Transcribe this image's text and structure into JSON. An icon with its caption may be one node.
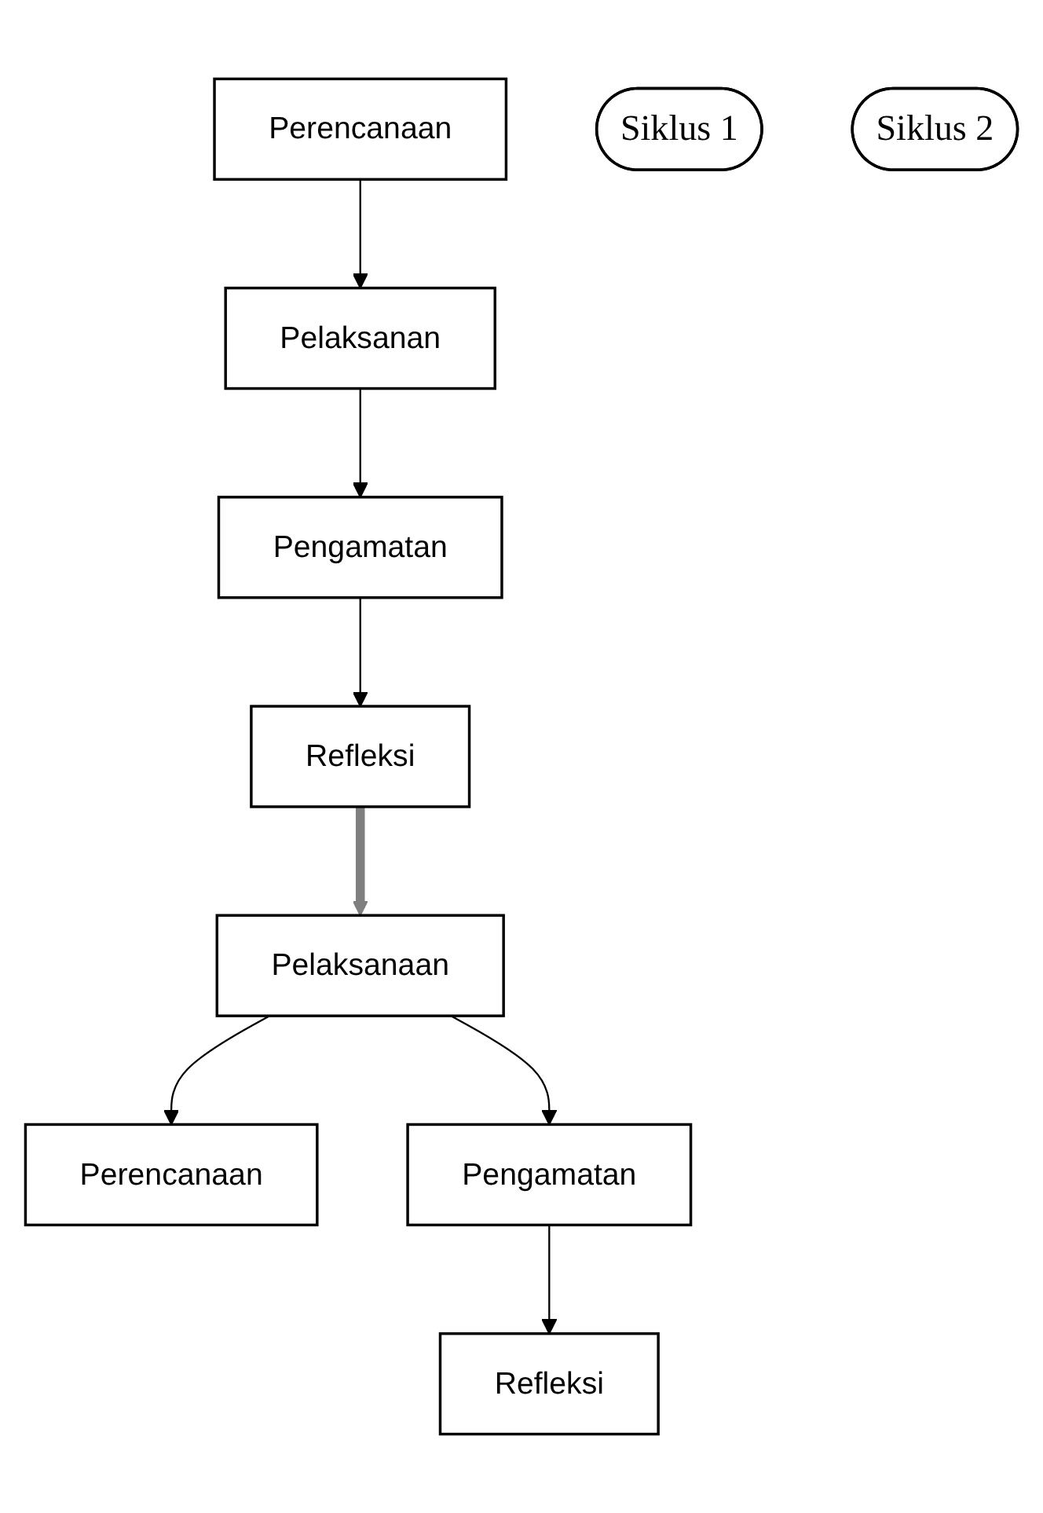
{
  "diagram": {
    "nodes": [
      {
        "text": [
          "Pelaksanan"
        ]
      },
      {
        "text": [
          "Perencanaan"
        ]
      },
      {
        "text": [
          "Siklus 1"
        ]
      },
      {
        "text": [
          "Pengamatan"
        ]
      },
      {
        "text": [
          "Refleksi"
        ]
      },
      {
        "text": [
          "Pelaksanaan"
        ]
      },
      {
        "text": [
          "Siklus 2"
        ]
      },
      {
        "text": [
          "Perencanaan"
        ]
      },
      {
        "text": [
          "Pengamatan"
        ]
      },
      {
        "text": [
          "Refleksi"
        ]
      }
    ],
    "edges": [
      {
        "from": 1,
        "to": 0,
        "arrow": "to"
      },
      {
        "from": 0,
        "to": 3,
        "arrow": "to"
      },
      {
        "from": 3,
        "to": 4,
        "arrow": "to"
      },
      {
        "from": 4,
        "to": 5,
        "arrow": "to",
        "style": "thick",
        "color": "#7f7f7f"
      },
      {
        "from": 5,
        "to": 7,
        "arrow": "to"
      },
      {
        "from": 5,
        "to": 8,
        "arrow": "to"
      },
      {
        "from": 8,
        "to": 9,
        "arrow": "to"
      }
    ]
  }
}
